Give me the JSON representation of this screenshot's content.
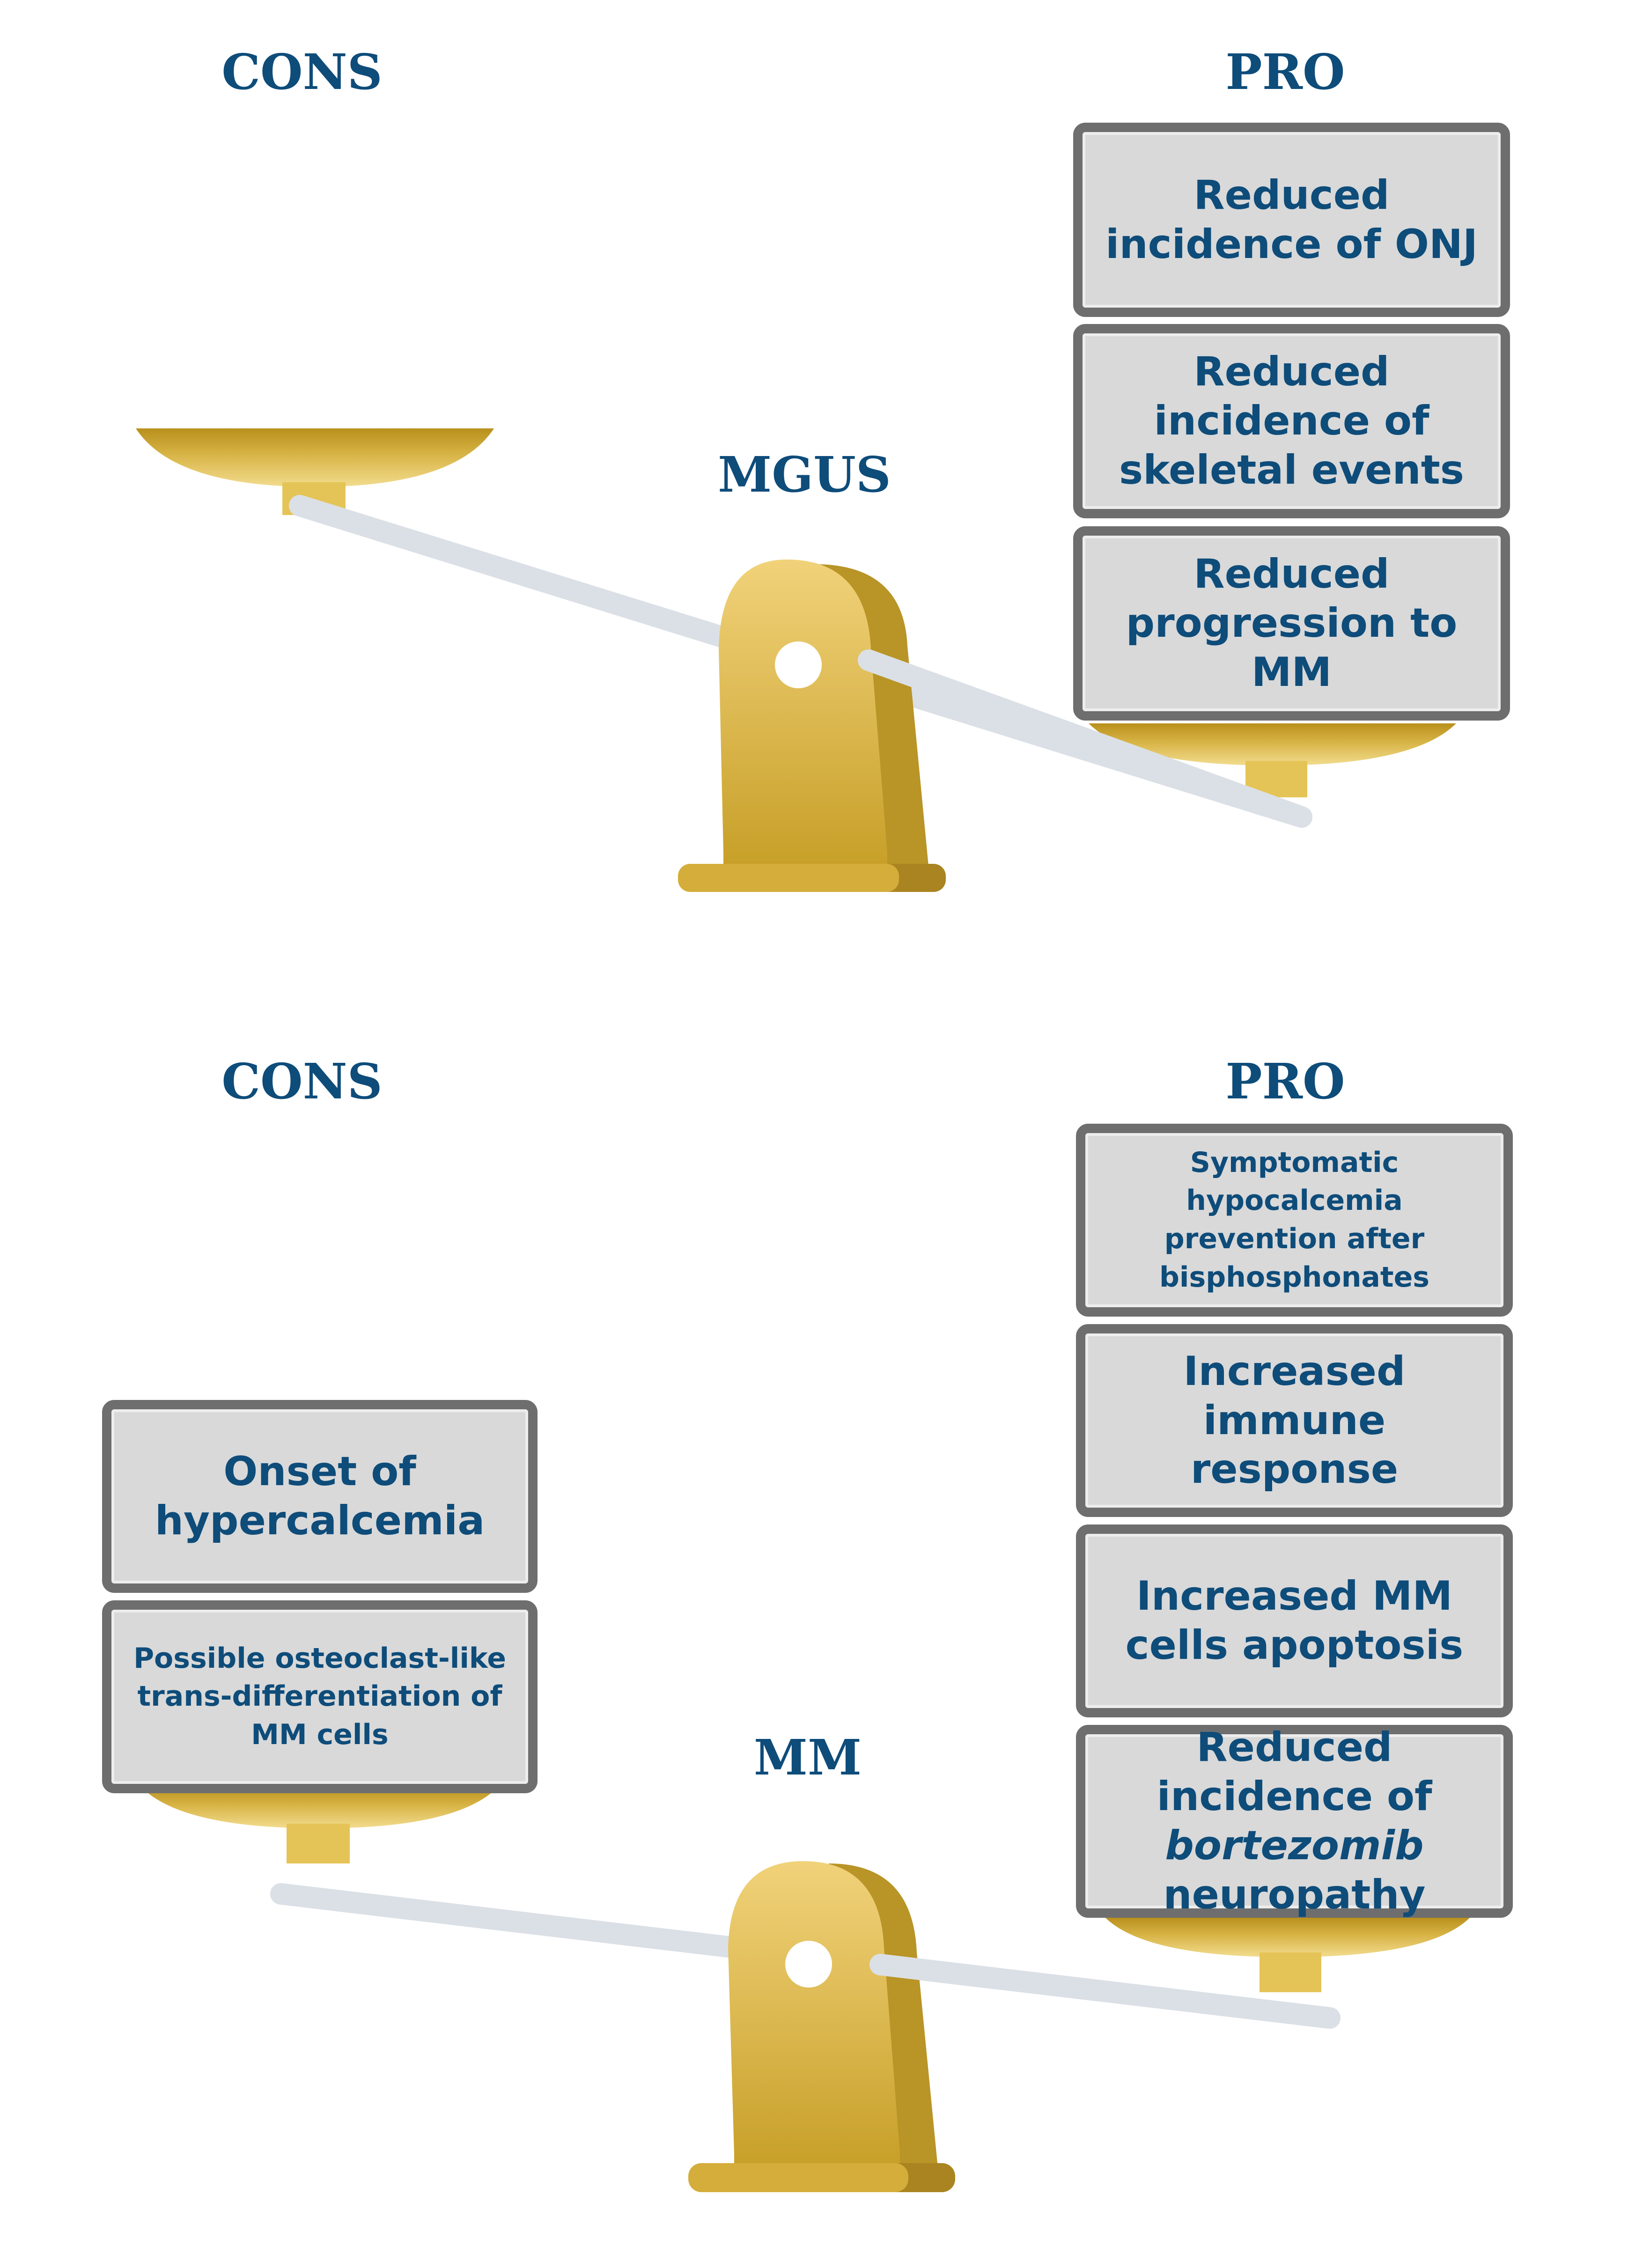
{
  "top_panel": {
    "cons_label": "CONS",
    "pro_label": "PRO",
    "center_label": "MGUS",
    "tilt": "pro-side-down",
    "pro_items": [
      "Reduced incidence of ONJ",
      "Reduced incidence of skeletal events",
      "Reduced progression to MM"
    ],
    "cons_items": []
  },
  "bottom_panel": {
    "cons_label": "CONS",
    "pro_label": "PRO",
    "center_label": "MM",
    "tilt": "pro-side-down",
    "pro_items": [
      "Symptomatic hypocalcemia prevention after bisphosphonates",
      "Increased immune response",
      "Increased MM cells apoptosis",
      "Reduced incidence of bortezomib neuropathy"
    ],
    "cons_items": [
      "Onset of hypercalcemia",
      "Possible osteoclast-like trans-differentiation of MM cells"
    ]
  },
  "colors": {
    "heading_text": "#0e4c7a",
    "box_fill": "#d9d9d9",
    "box_border": "#6e6e6e",
    "scale_gold": "#d9b446",
    "beam_gray": "#dbe0e6"
  }
}
